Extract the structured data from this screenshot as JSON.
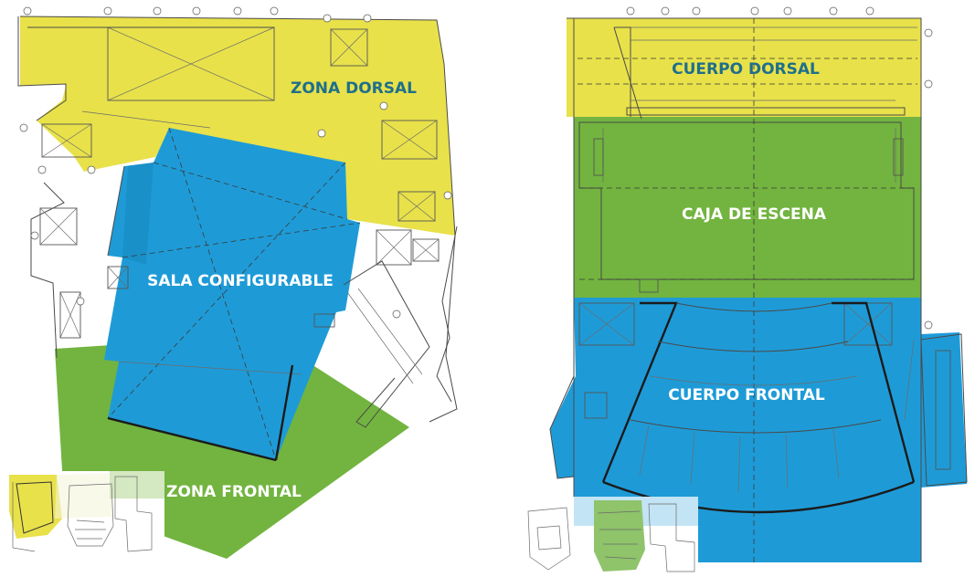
{
  "left_plan": {
    "labels": {
      "zona_dorsal": "ZONA DORSAL",
      "sala_configurable": "SALA CONFIGURABLE",
      "zona_frontal": "ZONA FRONTAL"
    },
    "colors": {
      "zona_dorsal": "#e8e14a",
      "sala_configurable": "#1e9bd7",
      "zona_frontal": "#72b43f"
    }
  },
  "right_plan": {
    "labels": {
      "cuerpo_dorsal": "CUERPO DORSAL",
      "caja_de_escena": "CAJA DE ESCENA",
      "cuerpo_frontal": "CUERPO FRONTAL"
    },
    "colors": {
      "cuerpo_dorsal": "#e8e14a",
      "caja_de_escena": "#72b43f",
      "cuerpo_frontal": "#1e9bd7"
    }
  }
}
